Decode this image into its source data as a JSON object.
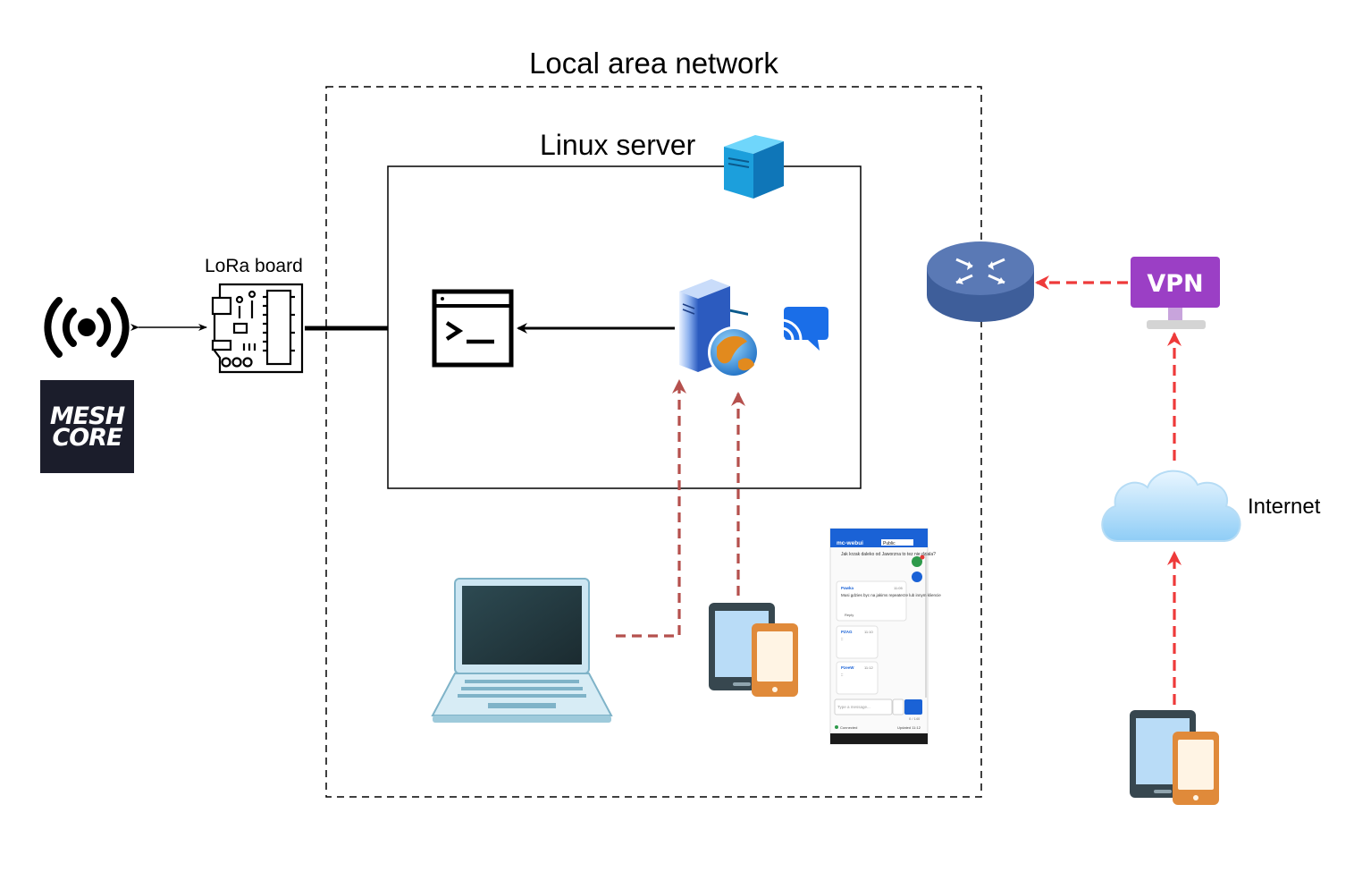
{
  "labels": {
    "lan": "Local area network",
    "server": "Linux server",
    "lora": "LoRa board",
    "cli": "meshcore-cli",
    "webui": "mc-webui",
    "internet": "Internet",
    "vpn": "VPN"
  },
  "logo": {
    "line1": "MESH",
    "line2": "CORE"
  },
  "phone_screenshot": {
    "app_title": "mc-webui",
    "channel_select": "Public",
    "status_left": "Connected",
    "status_right": "Updated 11:12",
    "input_placeholder": "Type a message...",
    "char_count": "0 / 140",
    "reply_label": "Reply",
    "messages": [
      {
        "sender": "",
        "time": "",
        "text": "Jak krzak daleko od Jaworzna to tez nie dziala?"
      },
      {
        "sender": "Pawka",
        "time": "11:05",
        "text": "Musi gdzies byc na jakims repeaterze lub innym kliencie"
      },
      {
        "sender": "PZAG",
        "time": "11:10",
        "text": "::"
      },
      {
        "sender": "PzeeW",
        "time": "11:12",
        "text": "::"
      }
    ]
  },
  "colors": {
    "solid_line": "#000000",
    "local_dashed": "#b5504d",
    "internet_dashed": "#ee3a3a",
    "router": "#5a79b5",
    "vpn": "#9b3fc5",
    "server_blue": "#1ea3e0",
    "chat_blue": "#1a6ee8",
    "phone_header": "#1a62d6"
  }
}
